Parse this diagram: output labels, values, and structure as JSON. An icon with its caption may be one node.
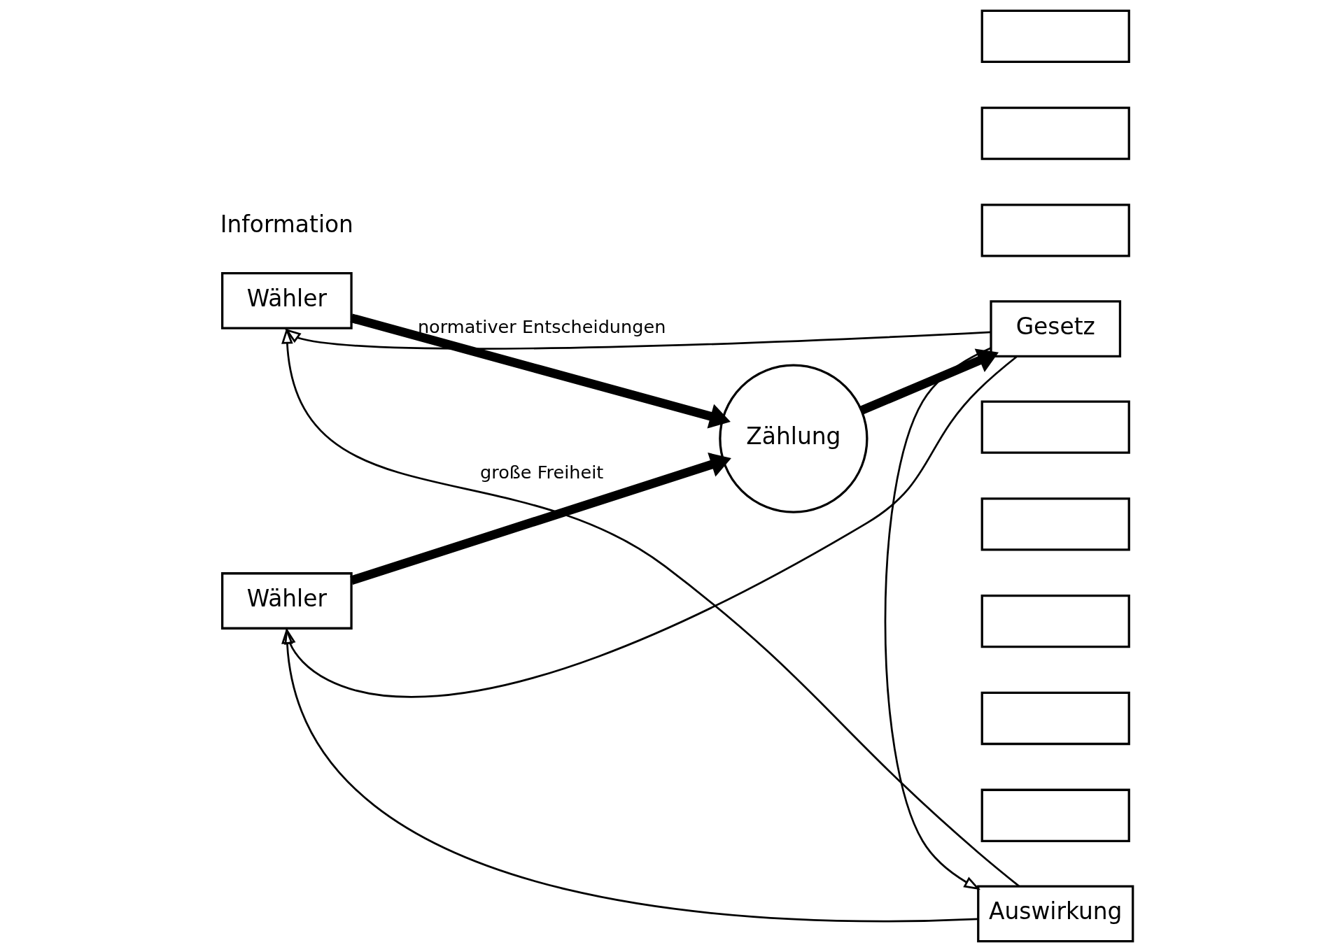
{
  "diagram": {
    "nodes": [
      {
        "text": [
          "Wähler"
        ]
      },
      {
        "text": [
          "Wähler"
        ]
      },
      {
        "text": [
          "Zählung"
        ]
      },
      {
        "text": [],
        "shape": "box"
      },
      {
        "text": [],
        "shape": "box"
      },
      {
        "text": [],
        "shape": "box"
      },
      {
        "text": [
          "Gesetz"
        ]
      },
      {
        "text": [],
        "shape": "box"
      },
      {
        "text": [],
        "shape": "box"
      },
      {
        "text": [],
        "shape": "box"
      },
      {
        "text": [],
        "shape": "box"
      },
      {
        "text": [],
        "shape": "box"
      },
      {
        "text": [
          "Auswirkung"
        ]
      }
    ],
    "edges": [
      {
        "from": 0,
        "to": 2,
        "arrow": "to",
        "style": "thick",
        "label": "große Freiheit"
      },
      {
        "from": 1,
        "to": 2,
        "arrow": "to",
        "style": "thick",
        "label": "normativer Entscheidungen"
      },
      {
        "from": 2,
        "to": 6,
        "arrow": "to",
        "style": "thick"
      },
      {
        "from": 6,
        "to": 12,
        "arrow": "to"
      },
      {
        "from": 6,
        "to": 0,
        "arrow": "to"
      },
      {
        "from": 6,
        "to": 1,
        "arrow": "to"
      },
      {
        "from": 12,
        "to": 0,
        "arrow": "to"
      },
      {
        "from": 12,
        "to": 1,
        "arrow": "to"
      }
    ],
    "labels": [
      "Information"
    ]
  }
}
